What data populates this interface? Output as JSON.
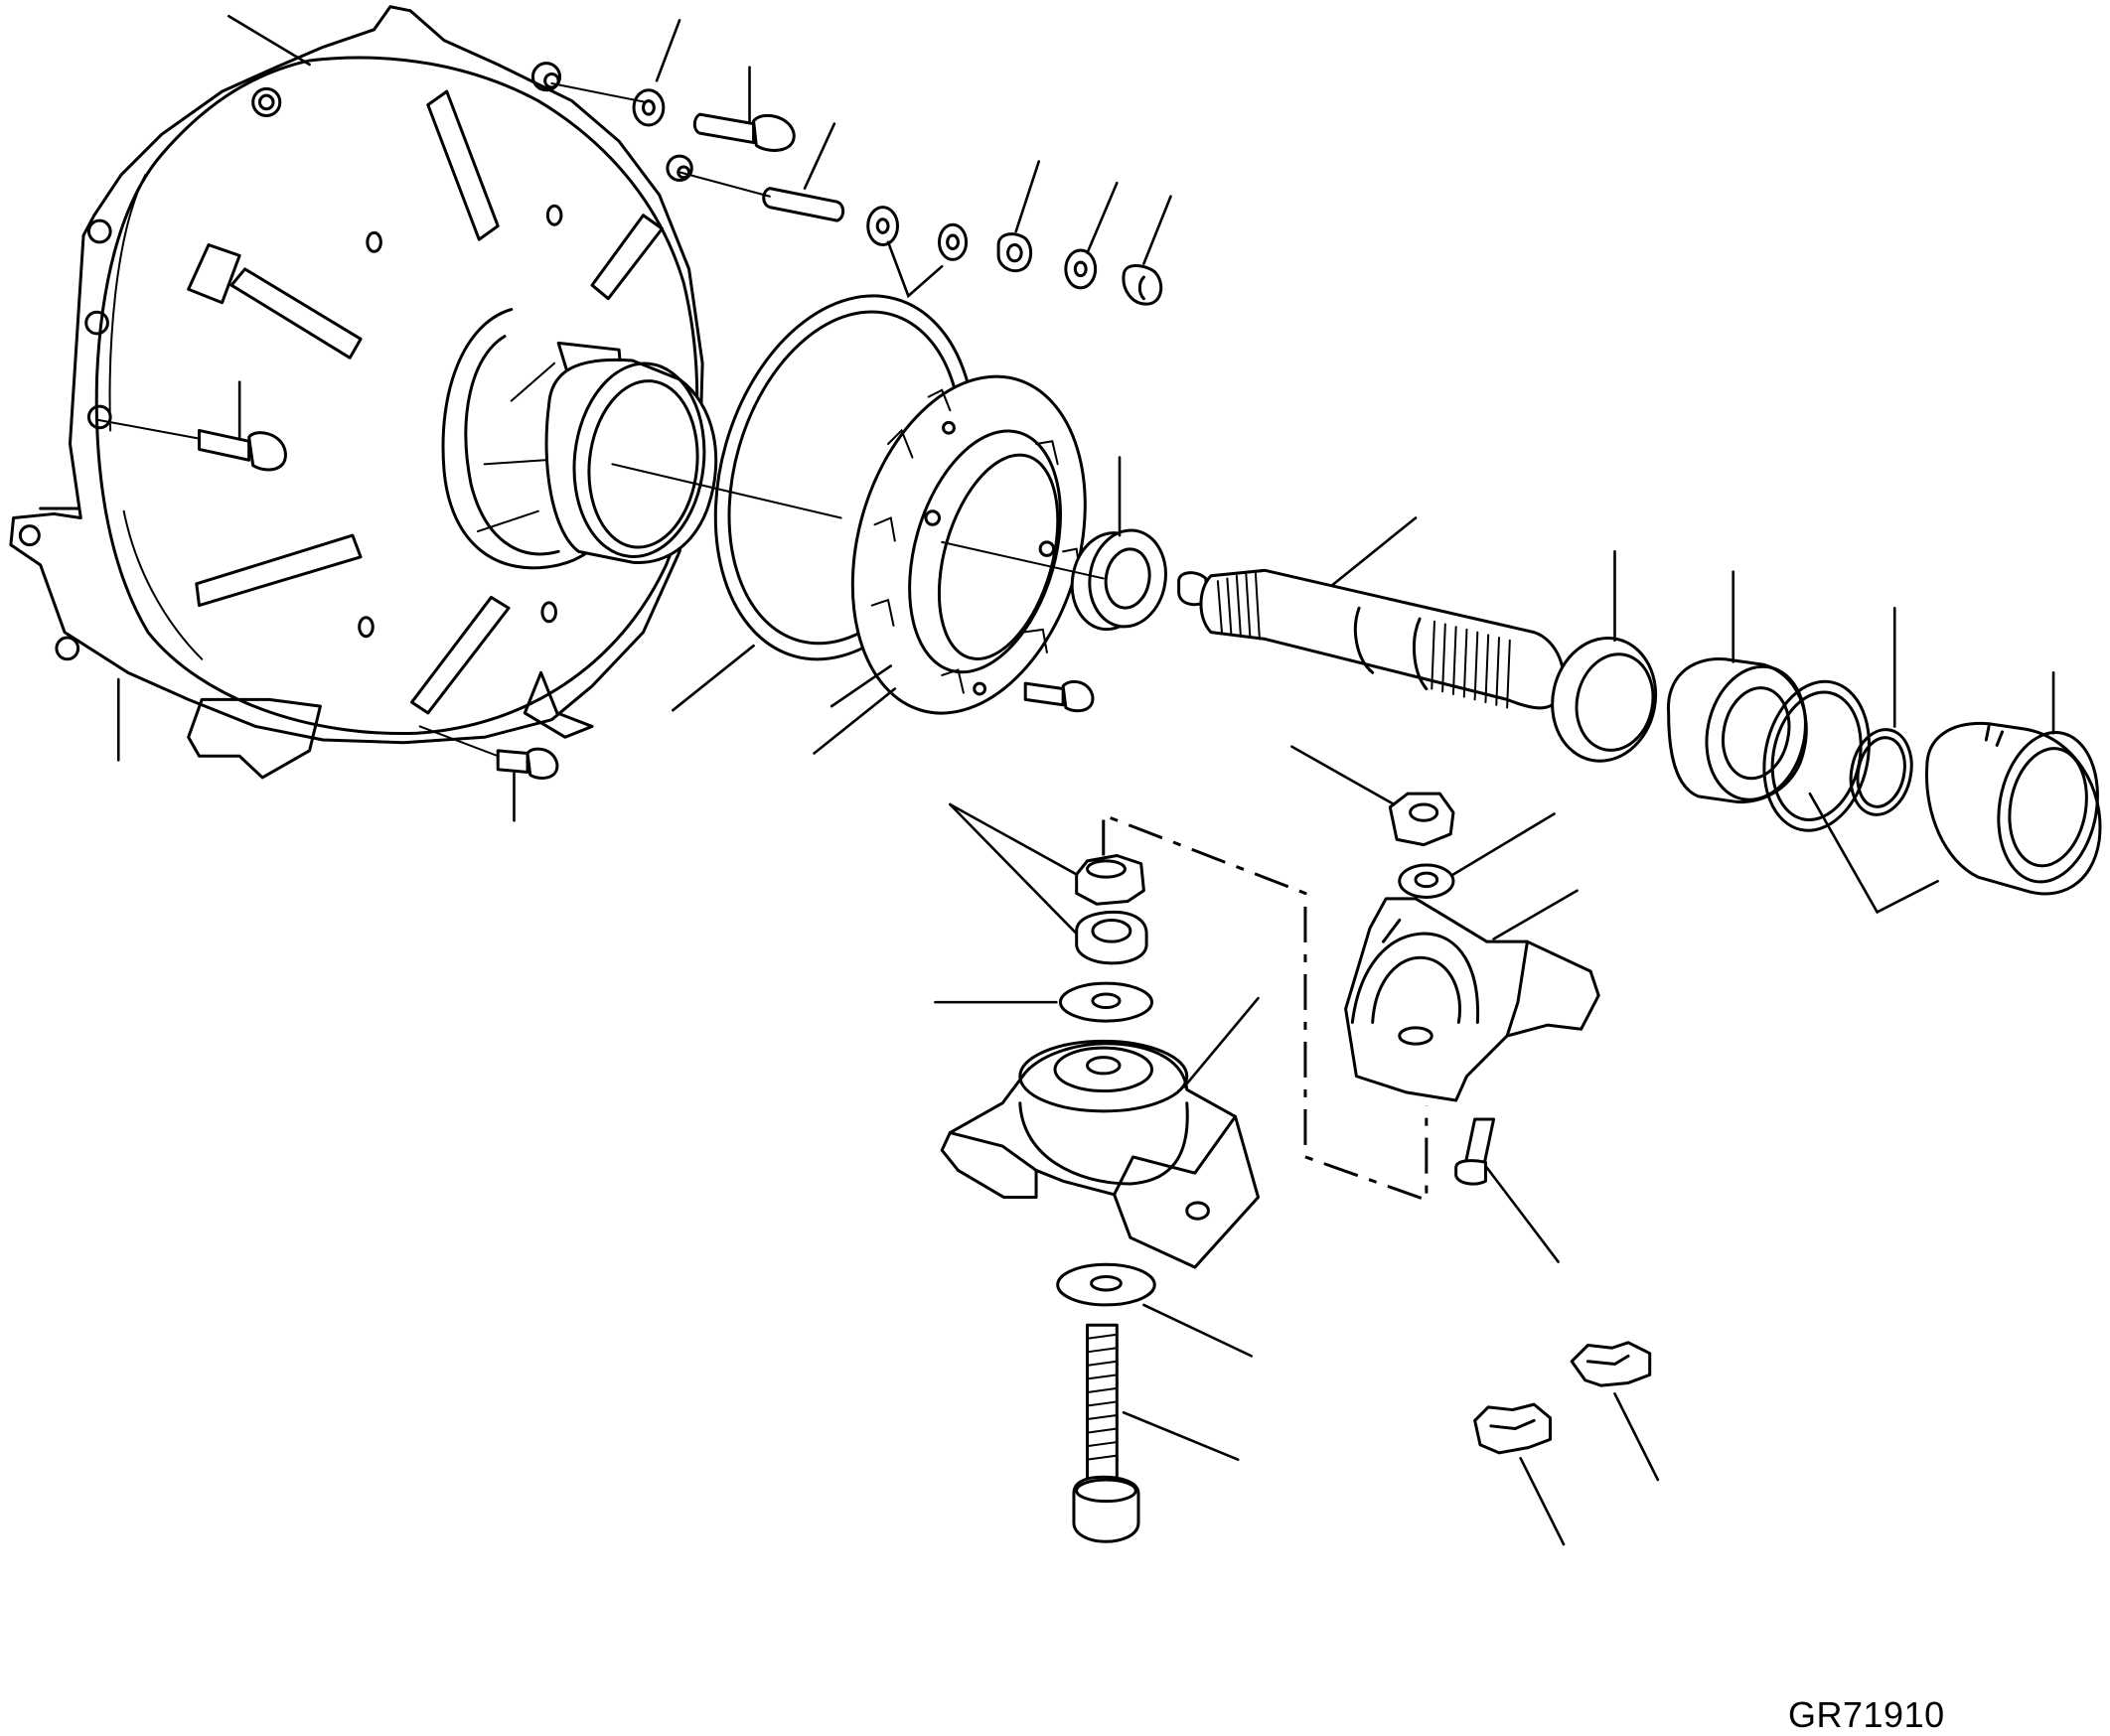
{
  "figure": {
    "drawing_code": "GR71910"
  },
  "parts": [
    "flywheel-housing",
    "housing-bolt",
    "dowel-pin",
    "seal-sleeve",
    "o-ring",
    "bearing-retainer-plate",
    "ball-bearing",
    "splined-shaft",
    "shaft-bearing",
    "snap-ring",
    "coupling-sleeve",
    "engine-mount",
    "mount-bracket",
    "mount-bolt",
    "nut",
    "washer",
    "clip"
  ]
}
